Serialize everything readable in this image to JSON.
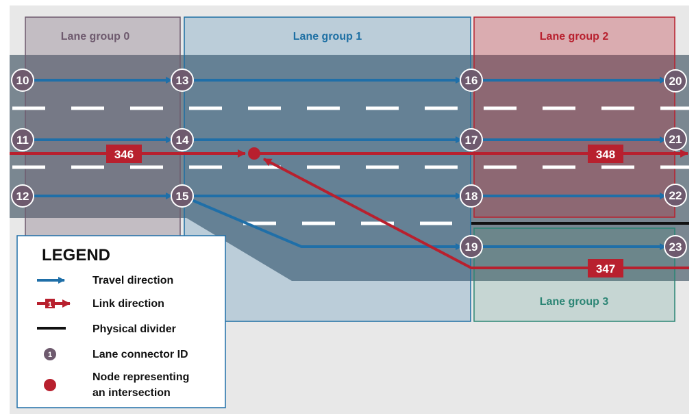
{
  "lane_groups": [
    {
      "label": "Lane group 0",
      "color": "#6e5a6e"
    },
    {
      "label": "Lane group 1",
      "color": "#1d6fa3"
    },
    {
      "label": "Lane group 2",
      "color": "#b8202e"
    },
    {
      "label": "Lane group 3",
      "color": "#2b8574"
    }
  ],
  "connectors": [
    "10",
    "11",
    "12",
    "13",
    "14",
    "15",
    "16",
    "17",
    "18",
    "19",
    "20",
    "21",
    "22",
    "23"
  ],
  "links": [
    "346",
    "347",
    "348"
  ],
  "legend": {
    "title": "LEGEND",
    "items": [
      {
        "label": "Travel direction"
      },
      {
        "label": "Link direction",
        "sample": "1"
      },
      {
        "label": "Physical divider"
      },
      {
        "label": "Lane connector ID",
        "sample": "1"
      },
      {
        "label": "Node representing",
        "label2": "an intersection"
      }
    ]
  },
  "colors": {
    "road": "#7a8791",
    "travel": "#1f6fa8",
    "link": "#b8202e",
    "connector": "#6e5a6e",
    "divider": "#111111",
    "lane_mark": "#ffffff"
  }
}
